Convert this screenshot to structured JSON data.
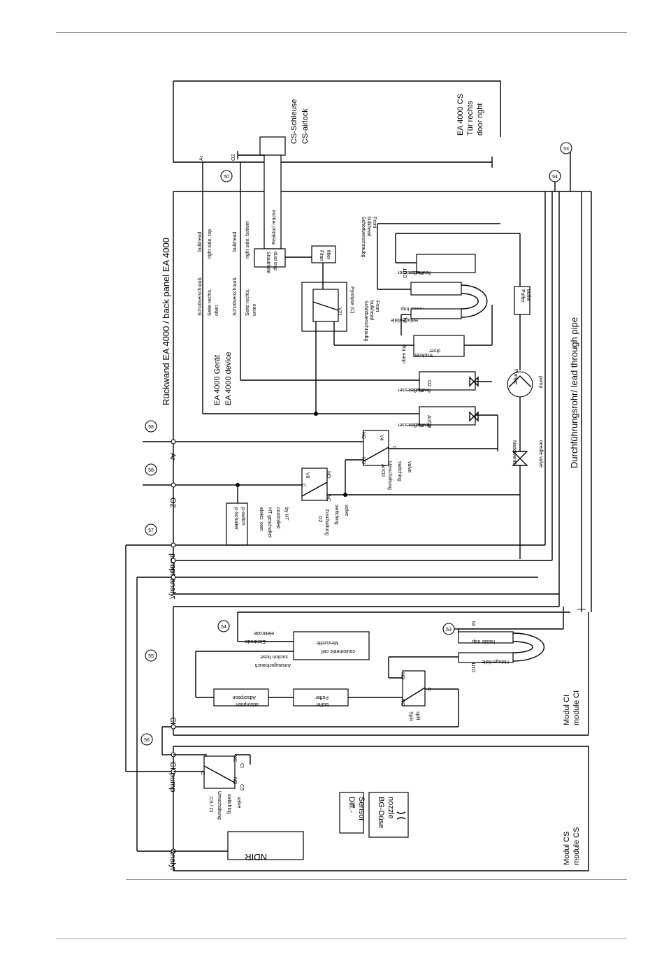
{
  "labels": {
    "ea4000cs": "EA 4000 CS",
    "door_right_de": "Tür rechts",
    "door_right_en": "door right",
    "airlock_de": "CS-Schleuse",
    "airlock_en": "CS-airlock",
    "reactor": "Reaktor/ reactor",
    "backpanel": "Rückwand EA 4000 / back panel EA 4000",
    "device_de": "EA 4000 Gerät",
    "device_en": "EA 4000 device",
    "bulk1_de": "Schottverschraub.",
    "bulk1_en": "bulkhead",
    "top_de1": "Seite rechts,",
    "top_de2": "oben",
    "top_en": "right side, top",
    "bulk2_de": "Schottverschraub.",
    "bulk2_en": "bulkhead",
    "bot_de1": "Seite rechts,",
    "bot_de2": "unten",
    "bot_en": "right side, bottom",
    "dusttrap_de": "Staubfalle",
    "dusttrap_en": "dust trap",
    "filter_de": "Filter",
    "filter_en": "filter",
    "v21": "V21",
    "pyrolysis": "Pyrolyse (C)",
    "bulkfront_de1": "Schottverschraubg.",
    "bulkfront_en1": "bulkhead",
    "bulkfront_front1": "Front",
    "bulkfront_de2": "Schottverschraubg.",
    "bulkfront_en2": "bulkhead",
    "bulkfront_front2": "Front",
    "dryer_de": "Trockner",
    "dryer_en": "dryer",
    "obentop": "oben top",
    "halogen_de": "Halogenfalle",
    "halide_en": "halide trap",
    "in": "IN",
    "out": "OUT",
    "flow_de": "Flußmesser",
    "flow_en": "flowmeter",
    "flow_o2": "O2",
    "flow_ar": "Ar/O2",
    "buffer_de": "Puffer",
    "buffer_en": "buffer",
    "pump_de": "Pumpe",
    "pump_en": "pump",
    "needle_de": "Nadelventil",
    "needle_en": "needle valve",
    "v4": "V4",
    "v0": "V0",
    "aro2_1": "Ar/O2",
    "aro2_2": "Umschaltung",
    "aro2_3": "switching",
    "aro2_4": "valve",
    "o2sw_1": "O2",
    "o2sw_2": "Zuschaltung",
    "o2sw_3": "switching",
    "o2sw_4": "valve",
    "pswitch_de": "p-Schalter",
    "pswitch_en": "p-switch",
    "elektr_1": "elektr. vom",
    "elektr_2": "HT geschaltet",
    "elektr_3": "controlled",
    "elektr_4": "by HT",
    "ar": "Ar",
    "o2": "O2",
    "pump": "pump",
    "out_port": "out",
    "analyt": "analyt",
    "lead_through": "Durchführungsrohr/ lead through pipe",
    "electrode_de": "Elektrode",
    "electrode_en": "elektrode",
    "cell_de": "Messzelle",
    "cell_en": "coulometric cell",
    "suction_de": "Ansaugschlauch",
    "suction_en": "suction hose",
    "adsorption_de": "Adsorption",
    "adsorption_en": "adsorption",
    "puffer2_de": "Puffer",
    "puffer2_en": "buffer",
    "split_de": "Split",
    "split_en": "split",
    "ci": "CI",
    "cs": "CS",
    "module_ci_de": "Modul CI",
    "module_ci_en": "module CI",
    "module_cs_de": "Modul CS",
    "module_cs_en": "module CS",
    "cscisw_1": "CS / CI",
    "cscisw_2": "Umschaltung",
    "cscisw_3": "switching",
    "cscisw_4": "valve",
    "diff_1": "Diff.-",
    "diff_2": "Sensor",
    "bg_1": "BG-Düse",
    "bg_2": "nozzle",
    "ndir": "NDIR",
    "nc": "NC",
    "no": "NO",
    "c": "C",
    "c50": "50",
    "c53": "53",
    "c54": "54",
    "c55": "55",
    "c56": "56",
    "c57": "57",
    "c58": "58"
  }
}
